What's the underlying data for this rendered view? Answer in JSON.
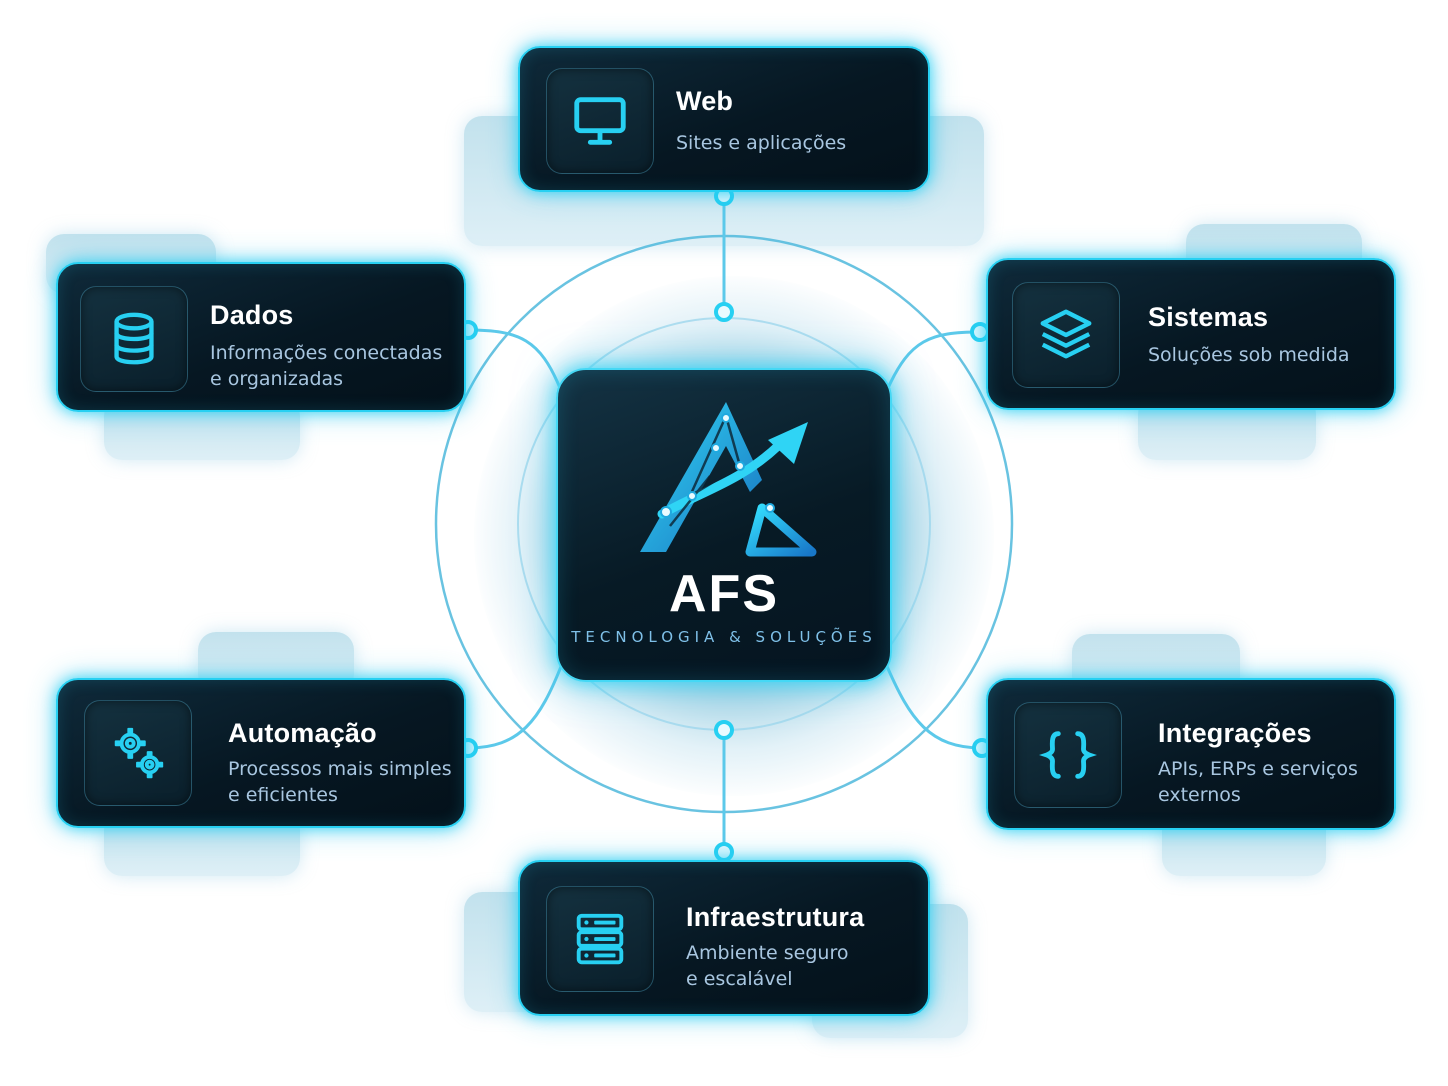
{
  "hub": {
    "brand": "AFS",
    "tagline": "TECNOLOGIA & SOLUÇÕES",
    "logo": "afs-logo-icon"
  },
  "colors": {
    "accent": "#27d0f2",
    "card_bg": "#061722",
    "desc_text": "#a8c6e0"
  },
  "nodes": {
    "web": {
      "title": "Web",
      "desc1": "Sites e aplicações",
      "icon": "monitor-icon"
    },
    "sistemas": {
      "title": "Sistemas",
      "desc1": "Soluções sob medida",
      "icon": "layers-icon"
    },
    "integracoes": {
      "title": "Integrações",
      "desc1": "APIs, ERPs e serviços",
      "desc2": "externos",
      "icon": "curly-braces-icon"
    },
    "infraestrutura": {
      "title": "Infraestrutura",
      "desc1": "Ambiente seguro",
      "desc2": "e escalável",
      "icon": "server-icon"
    },
    "automacao": {
      "title": "Automação",
      "desc1": "Processos mais simples",
      "desc2": "e eficientes",
      "icon": "gears-icon"
    },
    "dados": {
      "title": "Dados",
      "desc1": "Informações conectadas",
      "desc2": "e organizadas",
      "icon": "database-icon"
    }
  }
}
